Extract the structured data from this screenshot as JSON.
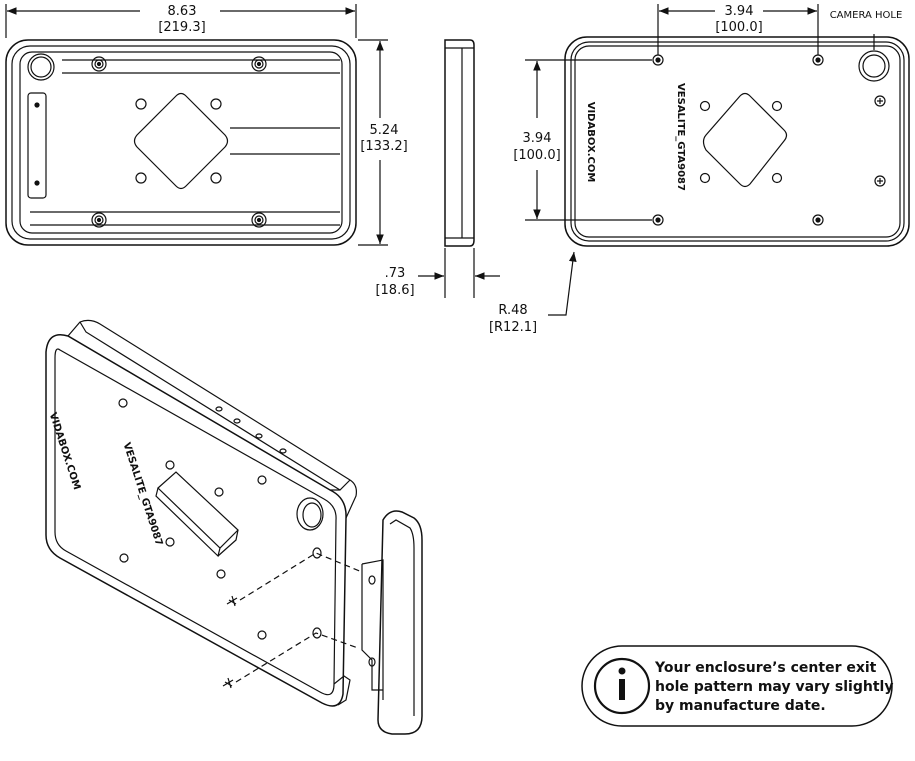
{
  "dimensions": {
    "width_in": "8.63",
    "width_mm": "[219.3]",
    "height_in": "5.24",
    "height_mm": "[133.2]",
    "vesa_h_in": "3.94",
    "vesa_h_mm": "[100.0]",
    "vesa_v_in": "3.94",
    "vesa_v_mm": "[100.0]",
    "depth_in": ".73",
    "depth_mm": "[18.6]",
    "radius_in": "R.48",
    "radius_mm": "[R12.1]"
  },
  "labels": {
    "camera_hole": "CAMERA HOLE",
    "brand": "VIDABOX.COM",
    "model": "VESALITE_GTA9087"
  },
  "note": {
    "line1": "Your enclosure’s center exit",
    "line2": "hole pattern may vary slightly",
    "line3": "by manufacture date."
  }
}
